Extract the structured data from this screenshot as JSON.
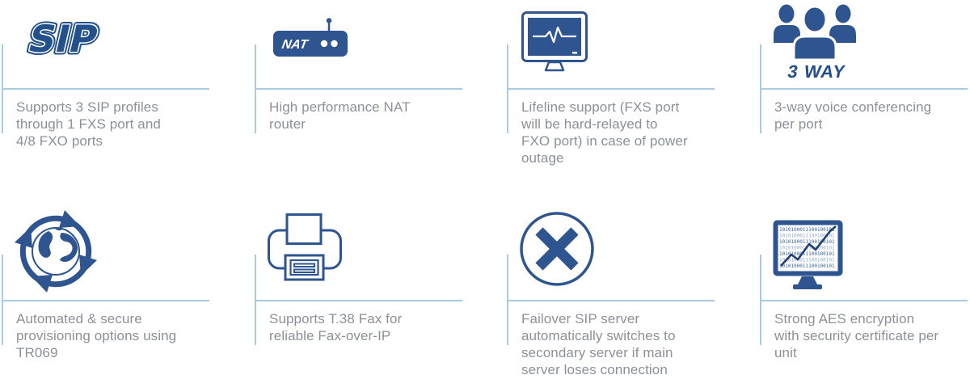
{
  "page": {
    "background": "#ffffff"
  },
  "colors": {
    "accent": "#2e5590",
    "sip_blue": "#24508b",
    "divider_line": "#a9cadf",
    "body_text": "#8b9197"
  },
  "features": [
    {
      "name": "sip-profiles",
      "icon": "sip-wordmark-icon",
      "icon_label": "SIP",
      "text": "Supports 3 SIP profiles through 1 FXS port and 4/8 FXO ports"
    },
    {
      "name": "nat-router",
      "icon": "nat-router-icon",
      "icon_label": "NAT",
      "text": "High performance NAT router"
    },
    {
      "name": "lifeline-support",
      "icon": "pulse-monitor-icon",
      "text": "Lifeline support (FXS port will be hard-relayed to FXO port) in case of power outage"
    },
    {
      "name": "three-way-conferencing",
      "icon": "conference-group-icon",
      "icon_label": "3 WAY",
      "text": "3-way voice conferencing per port"
    },
    {
      "name": "auto-provisioning",
      "icon": "globe-sync-icon",
      "text": "Automated & secure provisioning options using TR069"
    },
    {
      "name": "t38-fax",
      "icon": "fax-printer-icon",
      "text": "Supports T.38 Fax for reliable Fax-over-IP"
    },
    {
      "name": "sip-failover",
      "icon": "failover-x-icon",
      "text": "Failover SIP server automatically switches to secondary server if main server loses connection"
    },
    {
      "name": "aes-encryption",
      "icon": "encrypted-monitor-icon",
      "binary_pattern": "1010100011100100101",
      "text": "Strong AES encryption with security certificate per unit"
    }
  ]
}
